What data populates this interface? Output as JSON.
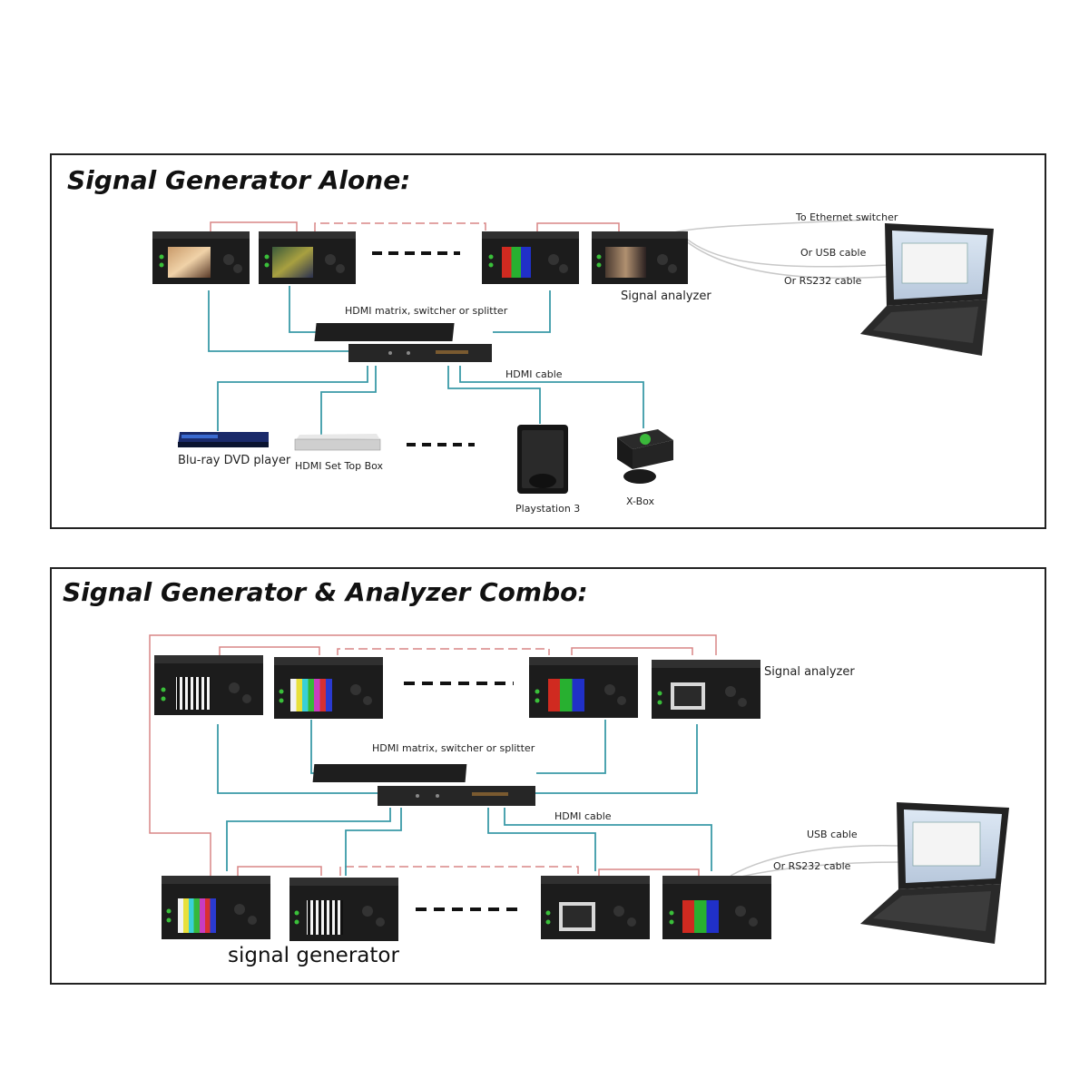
{
  "panel1": {
    "title": "Signal Generator Alone:",
    "labels": {
      "ethernet": "To Ethernet switcher",
      "usb": "Or USB cable",
      "rs232": "Or RS232 cable",
      "analyzer": "Signal analyzer",
      "matrix": "HDMI matrix, switcher or splitter",
      "hdmi_cable": "HDMI cable",
      "bluray": "Blu-ray DVD player",
      "settop": "HDMI Set Top Box",
      "ps3": "Playstation 3",
      "xbox": "X-Box"
    }
  },
  "panel2": {
    "title": "Signal Generator & Analyzer Combo:",
    "labels": {
      "analyzer": "Signal analyzer",
      "matrix": "HDMI matrix, switcher or splitter",
      "hdmi_cable": "HDMI cable",
      "usb": "USB cable",
      "rs232": "Or RS232 cable",
      "generator": "signal generator"
    }
  },
  "colors": {
    "teal_line": "#3a9aa8",
    "red_line": "#d98585",
    "device": "#1c1c1c"
  }
}
